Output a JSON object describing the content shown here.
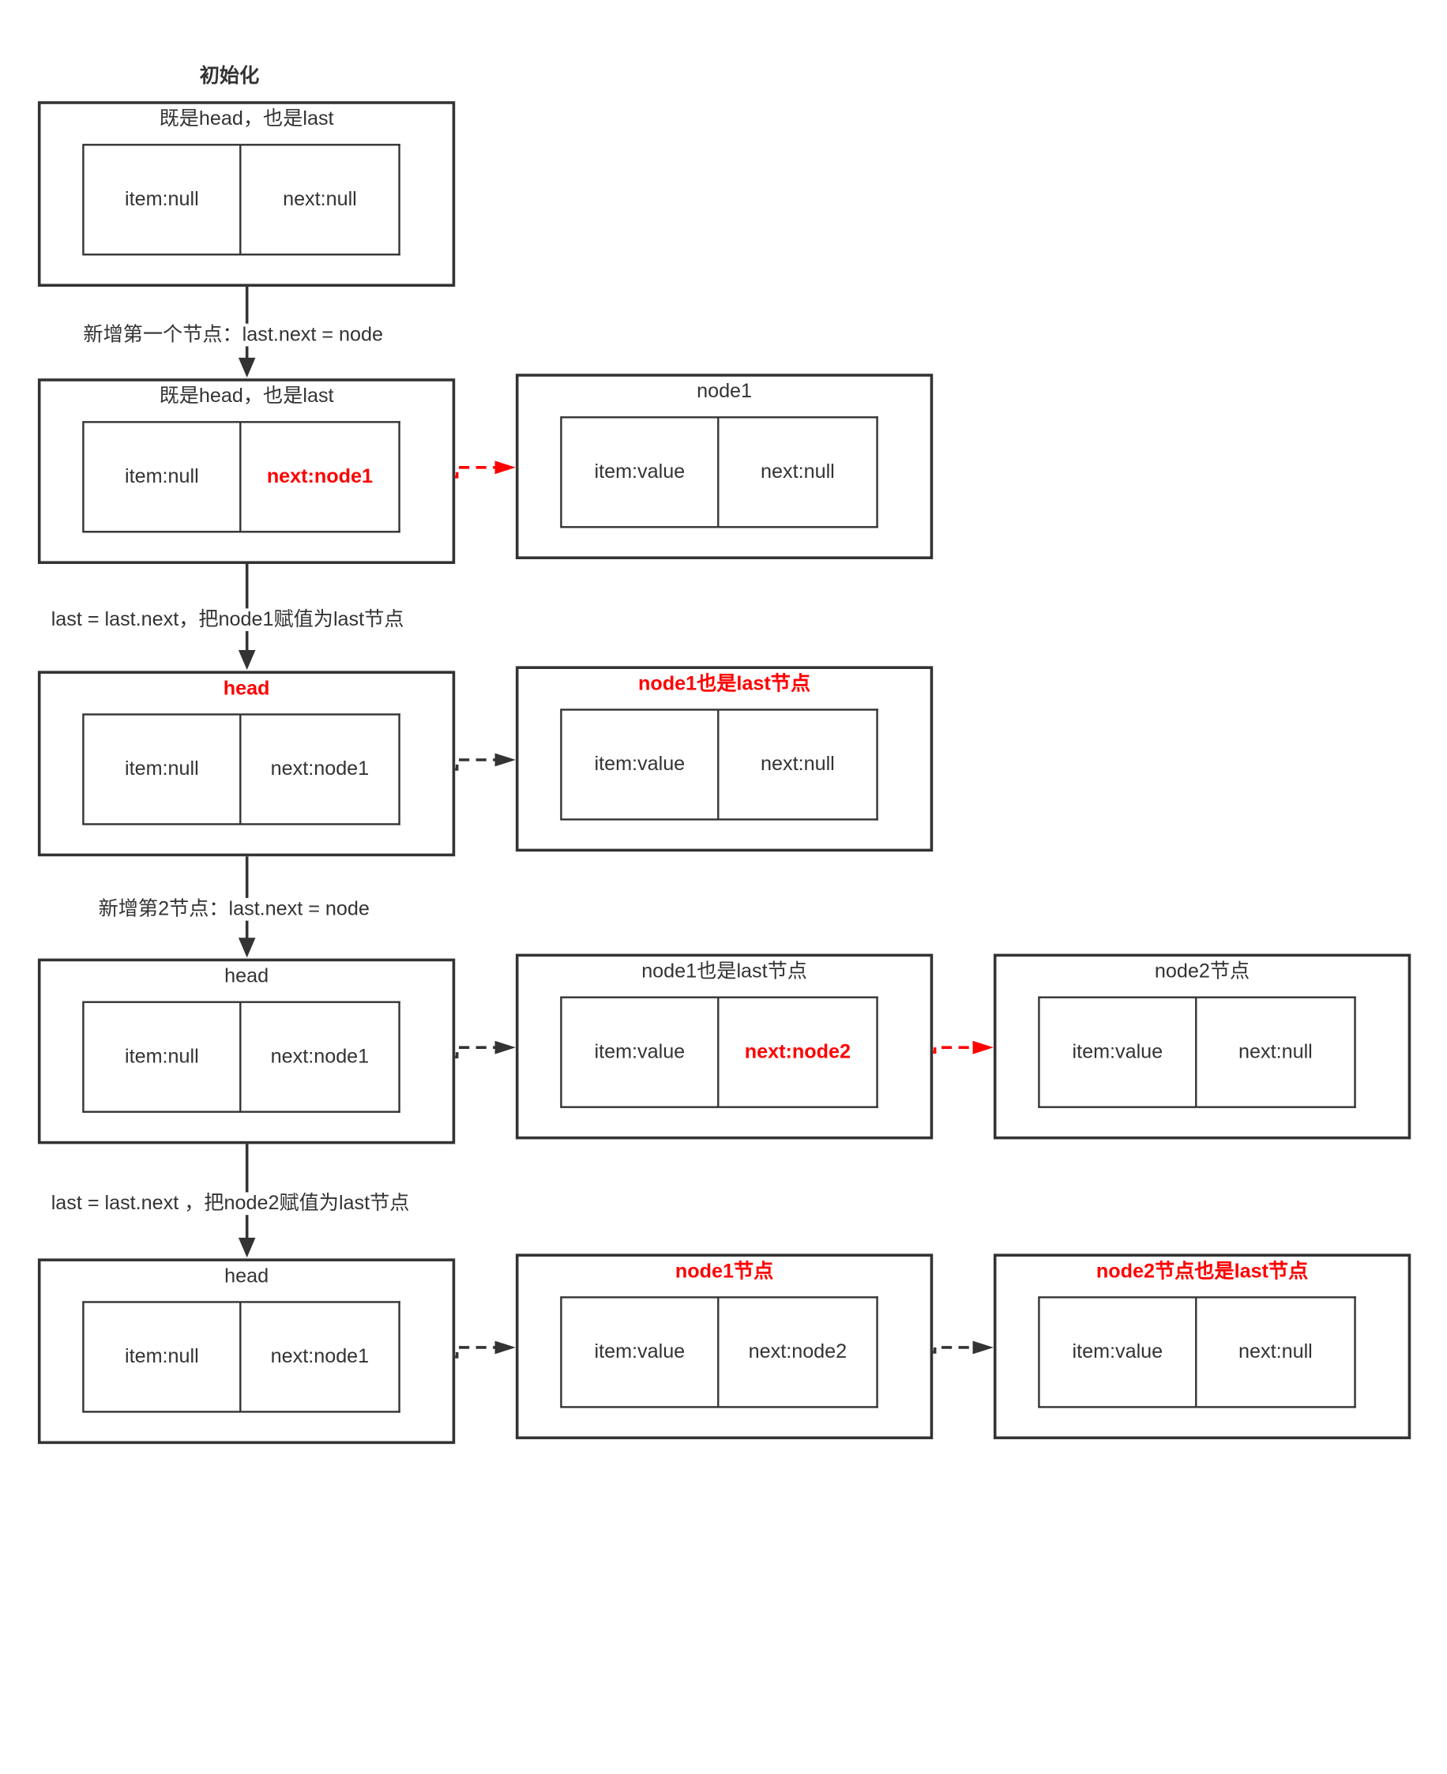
{
  "title": "初始化",
  "steps": [
    "新增第一个节点：last.next = node",
    "last = last.next，把node1赋值为last节点",
    "新增第2节点：last.next = node",
    "last = last.next ，把node2赋值为last节点"
  ],
  "rows": [
    {
      "nodes": [
        {
          "caption": "既是head，也是last",
          "item": "item:null",
          "next": "next:null"
        }
      ]
    },
    {
      "nodes": [
        {
          "caption": "既是head，也是last",
          "item": "item:null",
          "next": "next:node1",
          "next_highlight": true
        },
        {
          "caption": "node1",
          "item": "item:value",
          "next": "next:null"
        }
      ],
      "links": [
        {
          "from": 0,
          "to": 1,
          "highlight": true
        }
      ]
    },
    {
      "nodes": [
        {
          "caption": "head",
          "caption_highlight": true,
          "item": "item:null",
          "next": "next:node1"
        },
        {
          "caption": "node1也是last节点",
          "caption_highlight": true,
          "item": "item:value",
          "next": "next:null"
        }
      ],
      "links": [
        {
          "from": 0,
          "to": 1,
          "highlight": false
        }
      ]
    },
    {
      "nodes": [
        {
          "caption": "head",
          "item": "item:null",
          "next": "next:node1"
        },
        {
          "caption": "node1也是last节点",
          "item": "item:value",
          "next": "next:node2",
          "next_highlight": true
        },
        {
          "caption": "node2节点",
          "item": "item:value",
          "next": "next:null"
        }
      ],
      "links": [
        {
          "from": 0,
          "to": 1,
          "highlight": false
        },
        {
          "from": 1,
          "to": 2,
          "highlight": true
        }
      ]
    },
    {
      "nodes": [
        {
          "caption": "head",
          "item": "item:null",
          "next": "next:node1"
        },
        {
          "caption": "node1节点",
          "caption_highlight": true,
          "item": "item:value",
          "next": "next:node2"
        },
        {
          "caption": "node2节点也是last节点",
          "caption_highlight": true,
          "item": "item:value",
          "next": "next:null"
        }
      ],
      "links": [
        {
          "from": 0,
          "to": 1,
          "highlight": false
        },
        {
          "from": 1,
          "to": 2,
          "highlight": false
        }
      ]
    }
  ],
  "colors": {
    "stroke": "#333333",
    "highlight": "#ff0000",
    "background": "#ffffff"
  }
}
